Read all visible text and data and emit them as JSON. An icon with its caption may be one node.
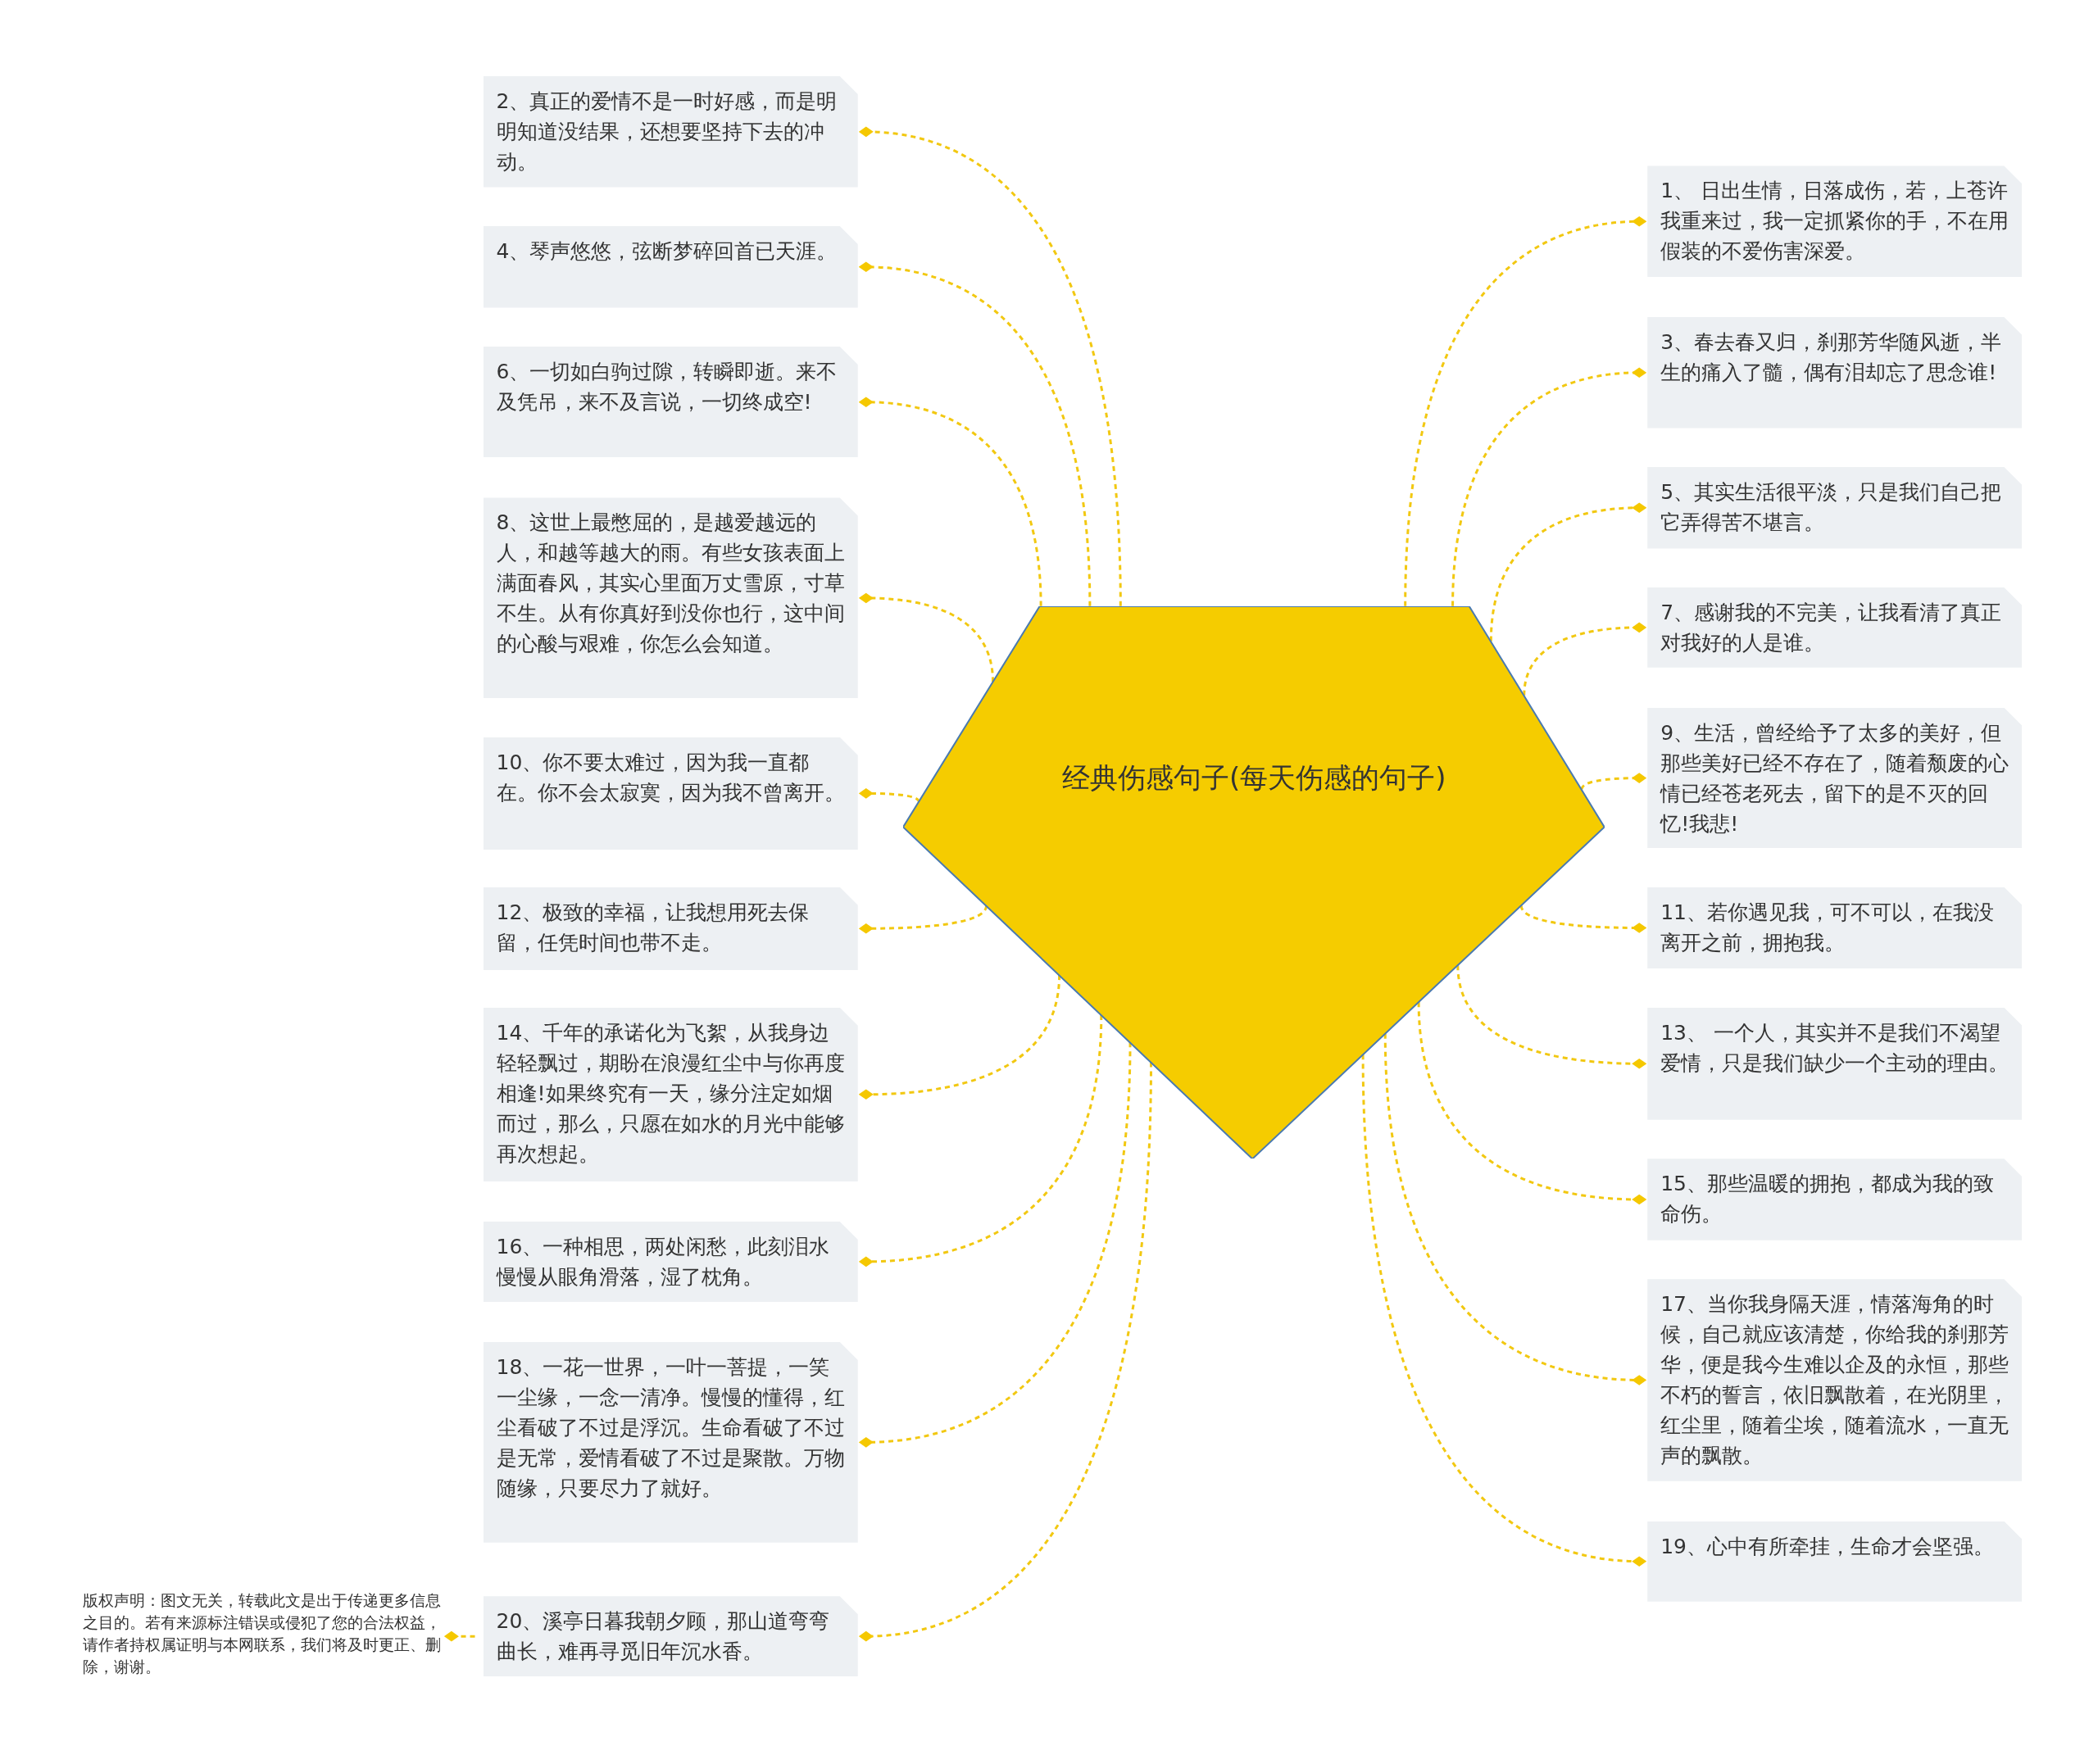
{
  "diagram": {
    "nodes": [
      {
        "text": [
          "经典伤感句子(每天伤感的句子)"
        ]
      },
      {
        "text": [
          "1、 日出生情，日落成伤，若，上苍许我重来过，我一定抓紧你的手，不在用假装的不爱伤害深爱。"
        ]
      },
      {
        "text": [
          "2、真正的爱情不是一时好感，而是明明知道没结果，还想要坚持下去的冲动。"
        ]
      },
      {
        "text": [
          "3、春去春又归，刹那芳华随风逝，半生的痛入了髓，偶有泪却忘了思念谁!"
        ]
      },
      {
        "text": [
          "4、琴声悠悠，弦断梦碎回首已天涯。"
        ]
      },
      {
        "text": [
          "5、其实生活很平淡，只是我们自己把它弄得苦不堪言。"
        ]
      },
      {
        "text": [
          "6、一切如白驹过隙，转瞬即逝。来不及凭吊，来不及言说，一切终成空!"
        ]
      },
      {
        "text": [
          "7、感谢我的不完美，让我看清了真正对我好的人是谁。"
        ]
      },
      {
        "text": [
          "8、这世上最憋屈的，是越爱越远的人，和越等越大的雨。有些女孩表面上满面春风，其实心里面万丈雪原，寸草不生。从有你真好到没你也行，这中间的心酸与艰难，你怎么会知道。"
        ]
      },
      {
        "text": [
          "9、生活，曾经给予了太多的美好，但那些美好已经不存在了，随着颓废的心情已经苍老死去，留下的是不灭的回忆!我悲!"
        ]
      },
      {
        "text": [
          "10、你不要太难过，因为我一直都在。你不会太寂寞，因为我不曾离开。"
        ]
      },
      {
        "text": [
          "11、若你遇见我，可不可以，在我没离开之前，拥抱我。"
        ]
      },
      {
        "text": [
          "12、极致的幸福，让我想用死去保留，任凭时间也带不走。"
        ]
      },
      {
        "text": [
          "13、 一个人，其实并不是我们不渴望爱情，只是我们缺少一个主动的理由。"
        ]
      },
      {
        "text": [
          "14、千年的承诺化为飞絮，从我身边轻轻飘过，期盼在浪漫红尘中与你再度相逢!如果终究有一天，缘分注定如烟而过，那么，只愿在如水的月光中能够再次想起。"
        ]
      },
      {
        "text": [
          "15、那些温暖的拥抱，都成为我的致命伤。"
        ]
      },
      {
        "text": [
          "16、一种相思，两处闲愁，此刻泪水慢慢从眼角滑落，湿了枕角。"
        ]
      },
      {
        "text": [
          "17、当你我身隔天涯，情落海角的时候，自己就应该清楚，你给我的刹那芳华，便是我今生难以企及的永恒，那些不朽的誓言，依旧飘散着，在光阴里，红尘里，随着尘埃，随着流水，一直无声的飘散。"
        ]
      },
      {
        "text": [
          "18、一花一世界，一叶一菩提，一笑一尘缘，一念一清净。慢慢的懂得，红尘看破了不过是浮沉。生命看破了不过是无常，爱情看破了不过是聚散。万物随缘，只要尽力了就好。"
        ]
      },
      {
        "text": [
          "19、心中有所牵挂，生命才会坚强。"
        ]
      },
      {
        "text": [
          "20、溪亭日暮我朝夕顾，那山道弯弯曲长，难再寻觅旧年沉水香。"
        ]
      },
      {
        "text": [
          "版权声明：图文无关，转载此文是出于传递更多信息之目的。若有来源标注错误或侵犯了您的合法权益，请作者持权属证明与本网联系，我们将及时更正、删除，谢谢。"
        ]
      }
    ],
    "edges": [
      {
        "from": 0,
        "to": 1,
        "arrow": "other"
      },
      {
        "from": 0,
        "to": 2,
        "arrow": "other"
      },
      {
        "from": 0,
        "to": 3,
        "arrow": "other"
      },
      {
        "from": 0,
        "to": 4,
        "arrow": "other"
      },
      {
        "from": 0,
        "to": 5,
        "arrow": "other"
      },
      {
        "from": 0,
        "to": 6,
        "arrow": "other"
      },
      {
        "from": 0,
        "to": 7,
        "arrow": "other"
      },
      {
        "from": 0,
        "to": 8,
        "arrow": "other"
      },
      {
        "from": 0,
        "to": 9,
        "arrow": "other"
      },
      {
        "from": 0,
        "to": 10,
        "arrow": "other"
      },
      {
        "from": 0,
        "to": 11,
        "arrow": "other"
      },
      {
        "from": 0,
        "to": 12,
        "arrow": "other"
      },
      {
        "from": 0,
        "to": 13,
        "arrow": "other"
      },
      {
        "from": 0,
        "to": 14,
        "arrow": "other"
      },
      {
        "from": 0,
        "to": 15,
        "arrow": "other"
      },
      {
        "from": 0,
        "to": 16,
        "arrow": "other"
      },
      {
        "from": 0,
        "to": 17,
        "arrow": "other"
      },
      {
        "from": 0,
        "to": 18,
        "arrow": "other"
      },
      {
        "from": 0,
        "to": 19,
        "arrow": "other"
      },
      {
        "from": 0,
        "to": 20,
        "arrow": "other"
      },
      {
        "from": 20,
        "to": 21,
        "arrow": "other"
      }
    ]
  }
}
